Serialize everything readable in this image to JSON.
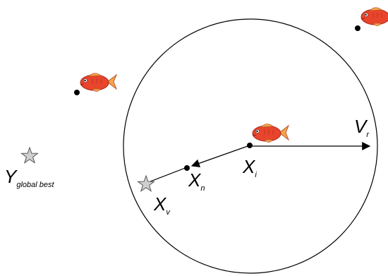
{
  "colors": {
    "line": "#000000",
    "fish_body": "#e8452c",
    "fish_tail": "#f2a64a",
    "star_fill": "#cfcfcf",
    "star_stroke": "#555555"
  },
  "icons": {
    "fish": "fish-icon",
    "star": "star-icon",
    "point": "dot-marker"
  },
  "labels": {
    "x_i": {
      "main": "X",
      "sub": "i"
    },
    "x_n": {
      "main": "X",
      "sub": "n"
    },
    "x_v": {
      "main": "X",
      "sub": "v"
    },
    "v_r": {
      "main": "V",
      "sub": "r"
    },
    "y_best": {
      "main": "Y",
      "sub": "global best"
    }
  }
}
